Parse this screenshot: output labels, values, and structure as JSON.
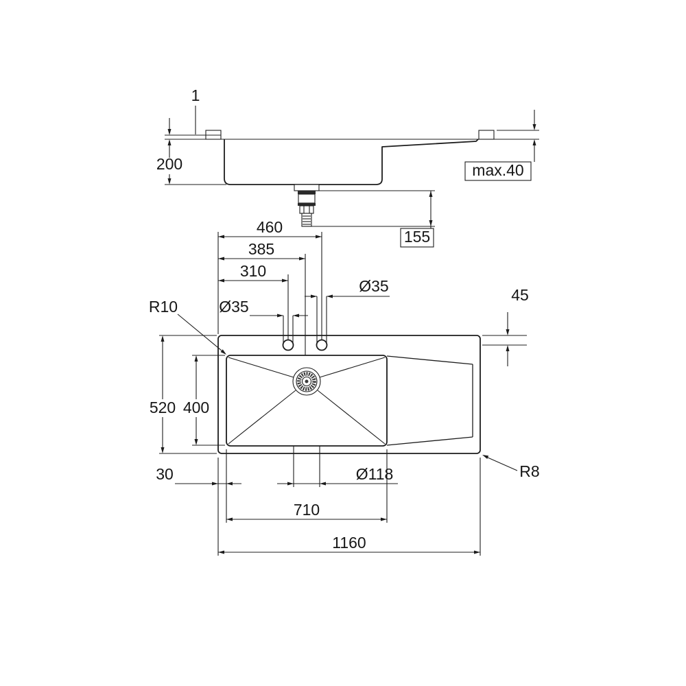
{
  "side_view": {
    "rim_height": "1",
    "bowl_depth": "200",
    "counter_thickness_max": "max.40",
    "drain_clearance": "155"
  },
  "plan_view": {
    "right_hole_offset": "460",
    "drain_center_offset": "385",
    "left_hole_offset": "310",
    "right_hole_dia": "Ø35",
    "left_hole_dia": "Ø35",
    "hole_to_edge": "45",
    "inner_corner_radius": "R10",
    "outer_length_side": "520",
    "bowl_length_side": "400",
    "edge_to_bowl": "30",
    "drain_dia": "Ø118",
    "bowl_width": "710",
    "overall_width": "1160",
    "outer_corner_radius": "R8"
  }
}
